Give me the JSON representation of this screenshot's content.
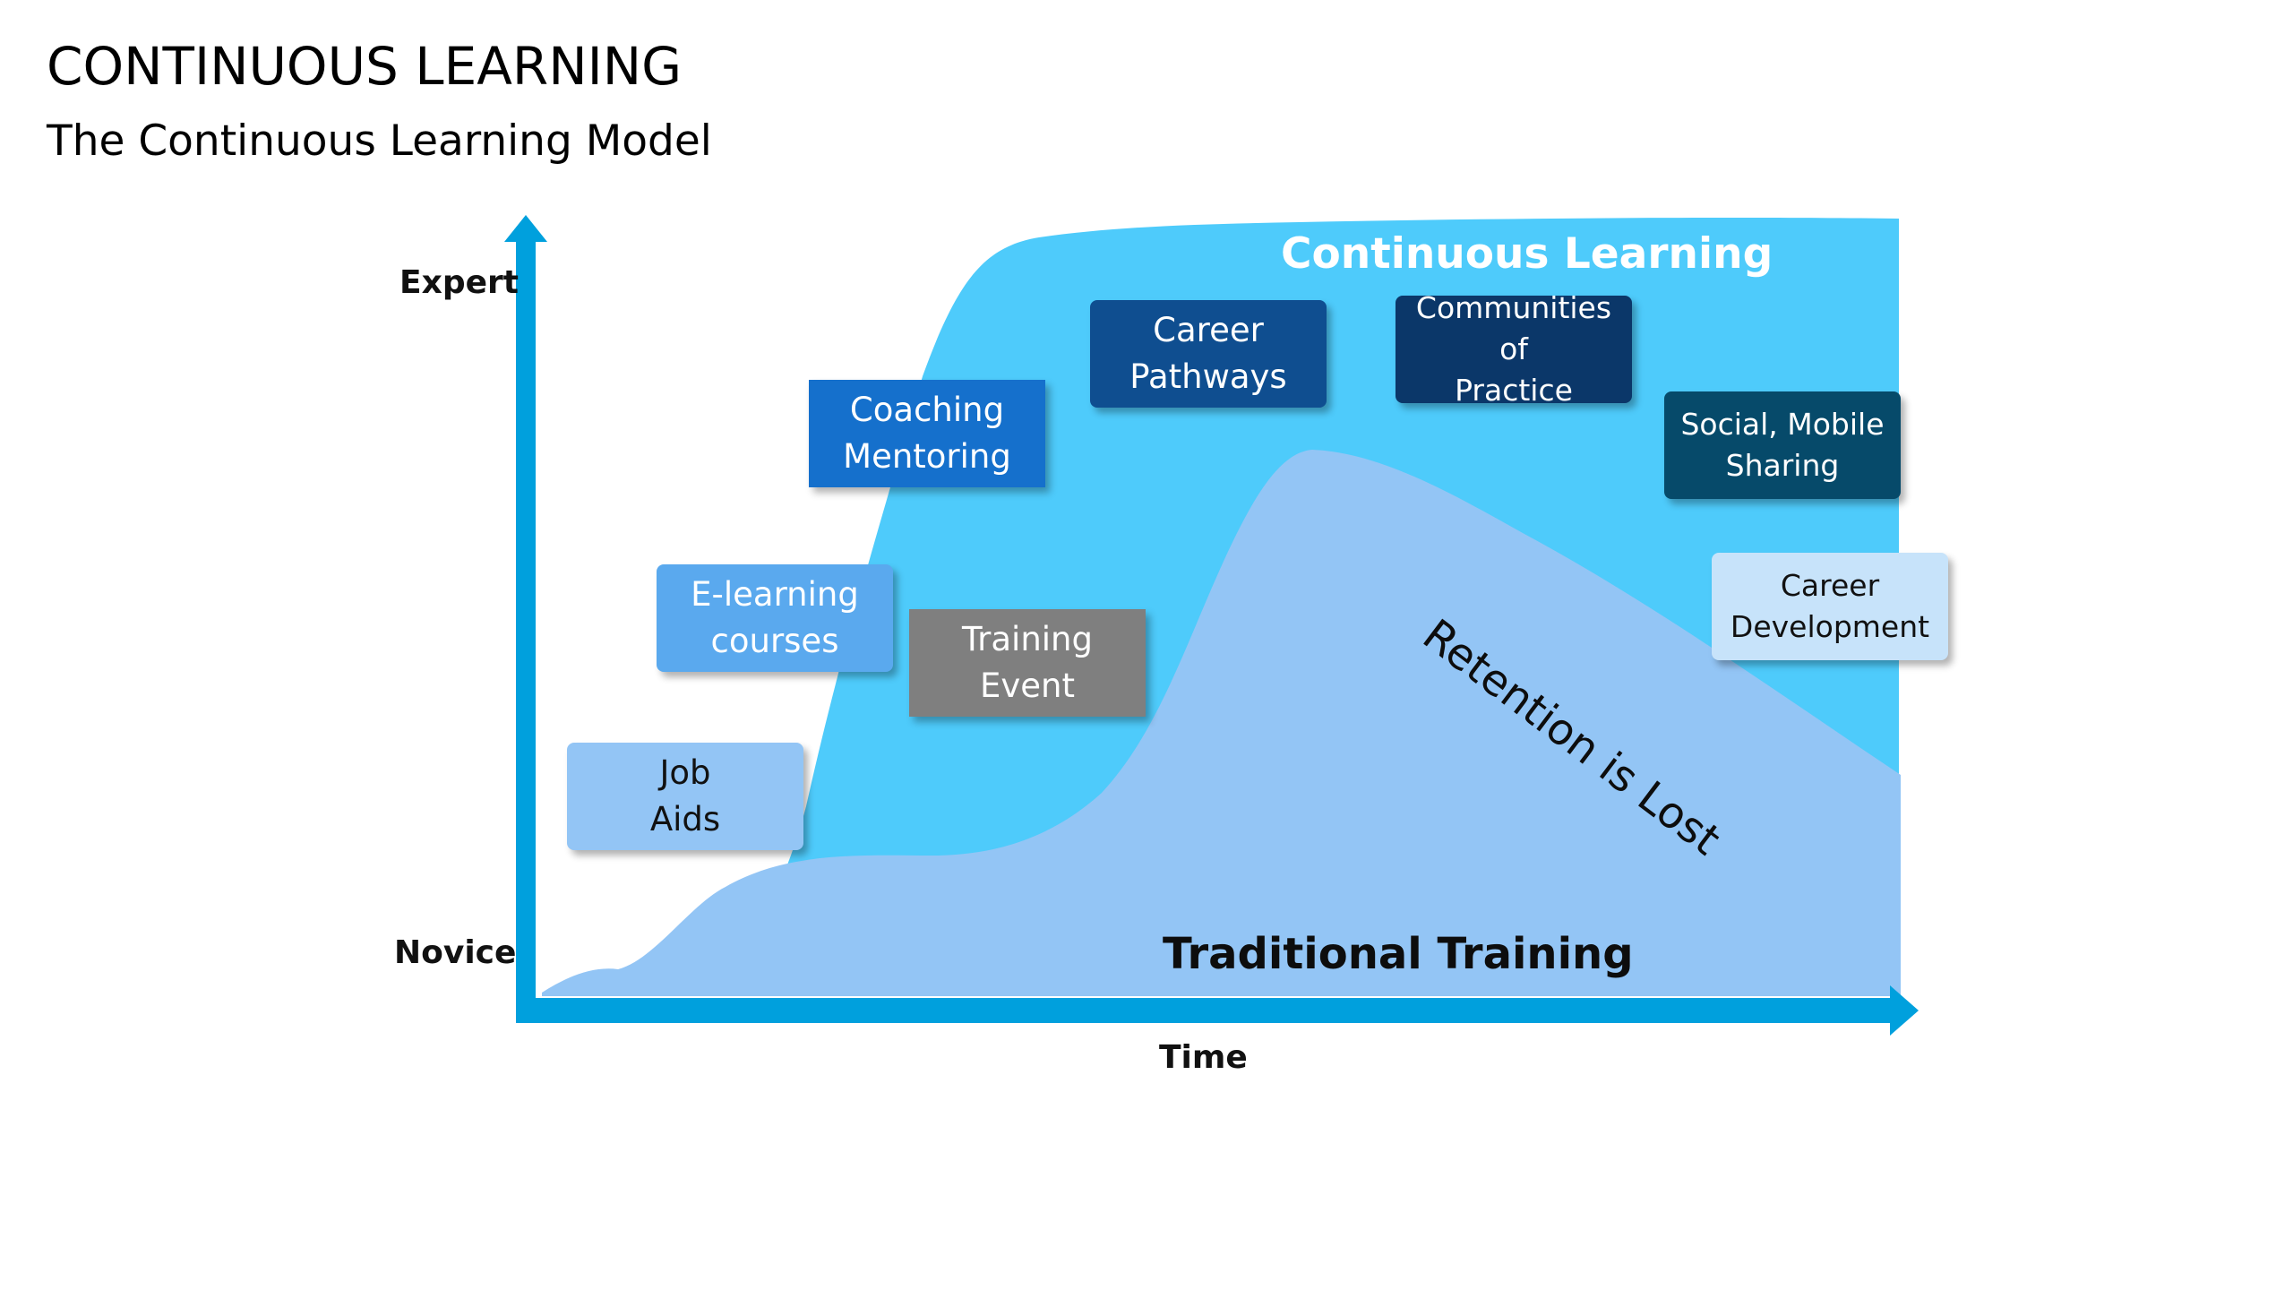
{
  "header": {
    "title": "CONTINUOUS LEARNING",
    "subtitle": "The Continuous Learning Model"
  },
  "axes": {
    "y_top": "Expert",
    "y_bottom": "Novice",
    "x": "Time"
  },
  "regions": {
    "continuous": "Continuous Learning",
    "traditional": "Traditional Training",
    "retention": "Retention is Lost"
  },
  "boxes": {
    "job_aids": [
      "Job",
      "Aids"
    ],
    "elearning": [
      "E-learning",
      "courses"
    ],
    "training_event": [
      "Training",
      "Event"
    ],
    "coaching": [
      "Coaching",
      "Mentoring"
    ],
    "career_pathways": [
      "Career",
      "Pathways"
    ],
    "communities": [
      "Communities of",
      "Practice"
    ],
    "social": [
      "Social, Mobile",
      "Sharing"
    ],
    "career_dev": [
      "Career",
      "Development"
    ]
  },
  "colors": {
    "axis": "#00a0dd",
    "continuous_area": "#4ecbfb",
    "traditional_area": "#93c5f5",
    "job_aids": "#93c5f5",
    "elearning": "#5aa9ee",
    "training_event": "#7f7f7f",
    "coaching": "#1570cc",
    "career_pathways": "#0f4e90",
    "communities": "#0b3769",
    "social": "#064a6a",
    "career_dev": "#c7e3fa"
  }
}
